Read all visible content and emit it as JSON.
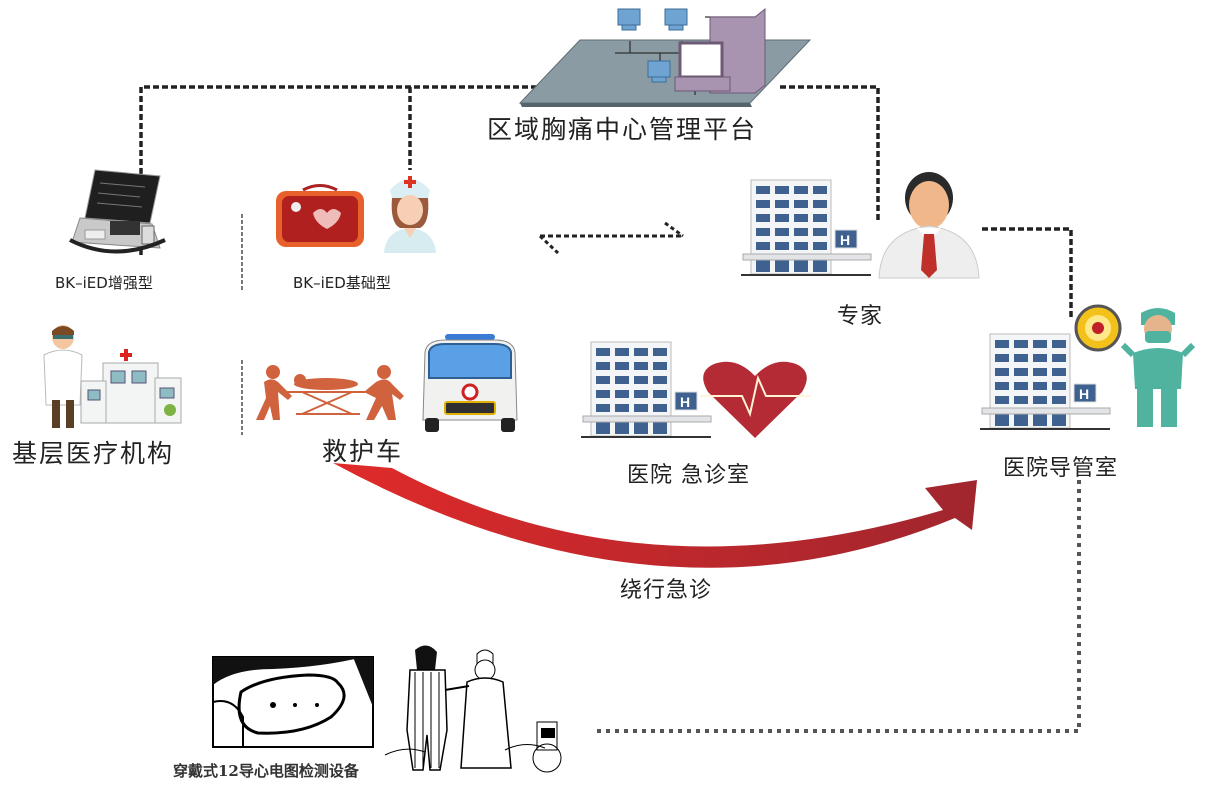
{
  "platform": {
    "label": "区域胸痛中心管理平台"
  },
  "devices": {
    "enhanced": {
      "label": "BK–iED增强型"
    },
    "basic": {
      "label": "BK–iED基础型"
    }
  },
  "expert": {
    "label": "专家"
  },
  "primary_care": {
    "label": "基层医疗机构"
  },
  "ambulance": {
    "label": "救护车"
  },
  "emergency_room": {
    "label": "医院 急诊室"
  },
  "cath_lab": {
    "label": "医院导管室"
  },
  "bypass": {
    "label": "绕行急诊"
  },
  "wearable": {
    "label": "穿戴式12导心电图检测设备"
  },
  "colors": {
    "arrow_start": "#e02a2a",
    "arrow_end": "#a0262e",
    "connector": "#222222",
    "building_window": "#3f6190",
    "heart": "#b52b35",
    "figure_orange": "#d0623e",
    "surgeon": "#4fb3a0"
  }
}
